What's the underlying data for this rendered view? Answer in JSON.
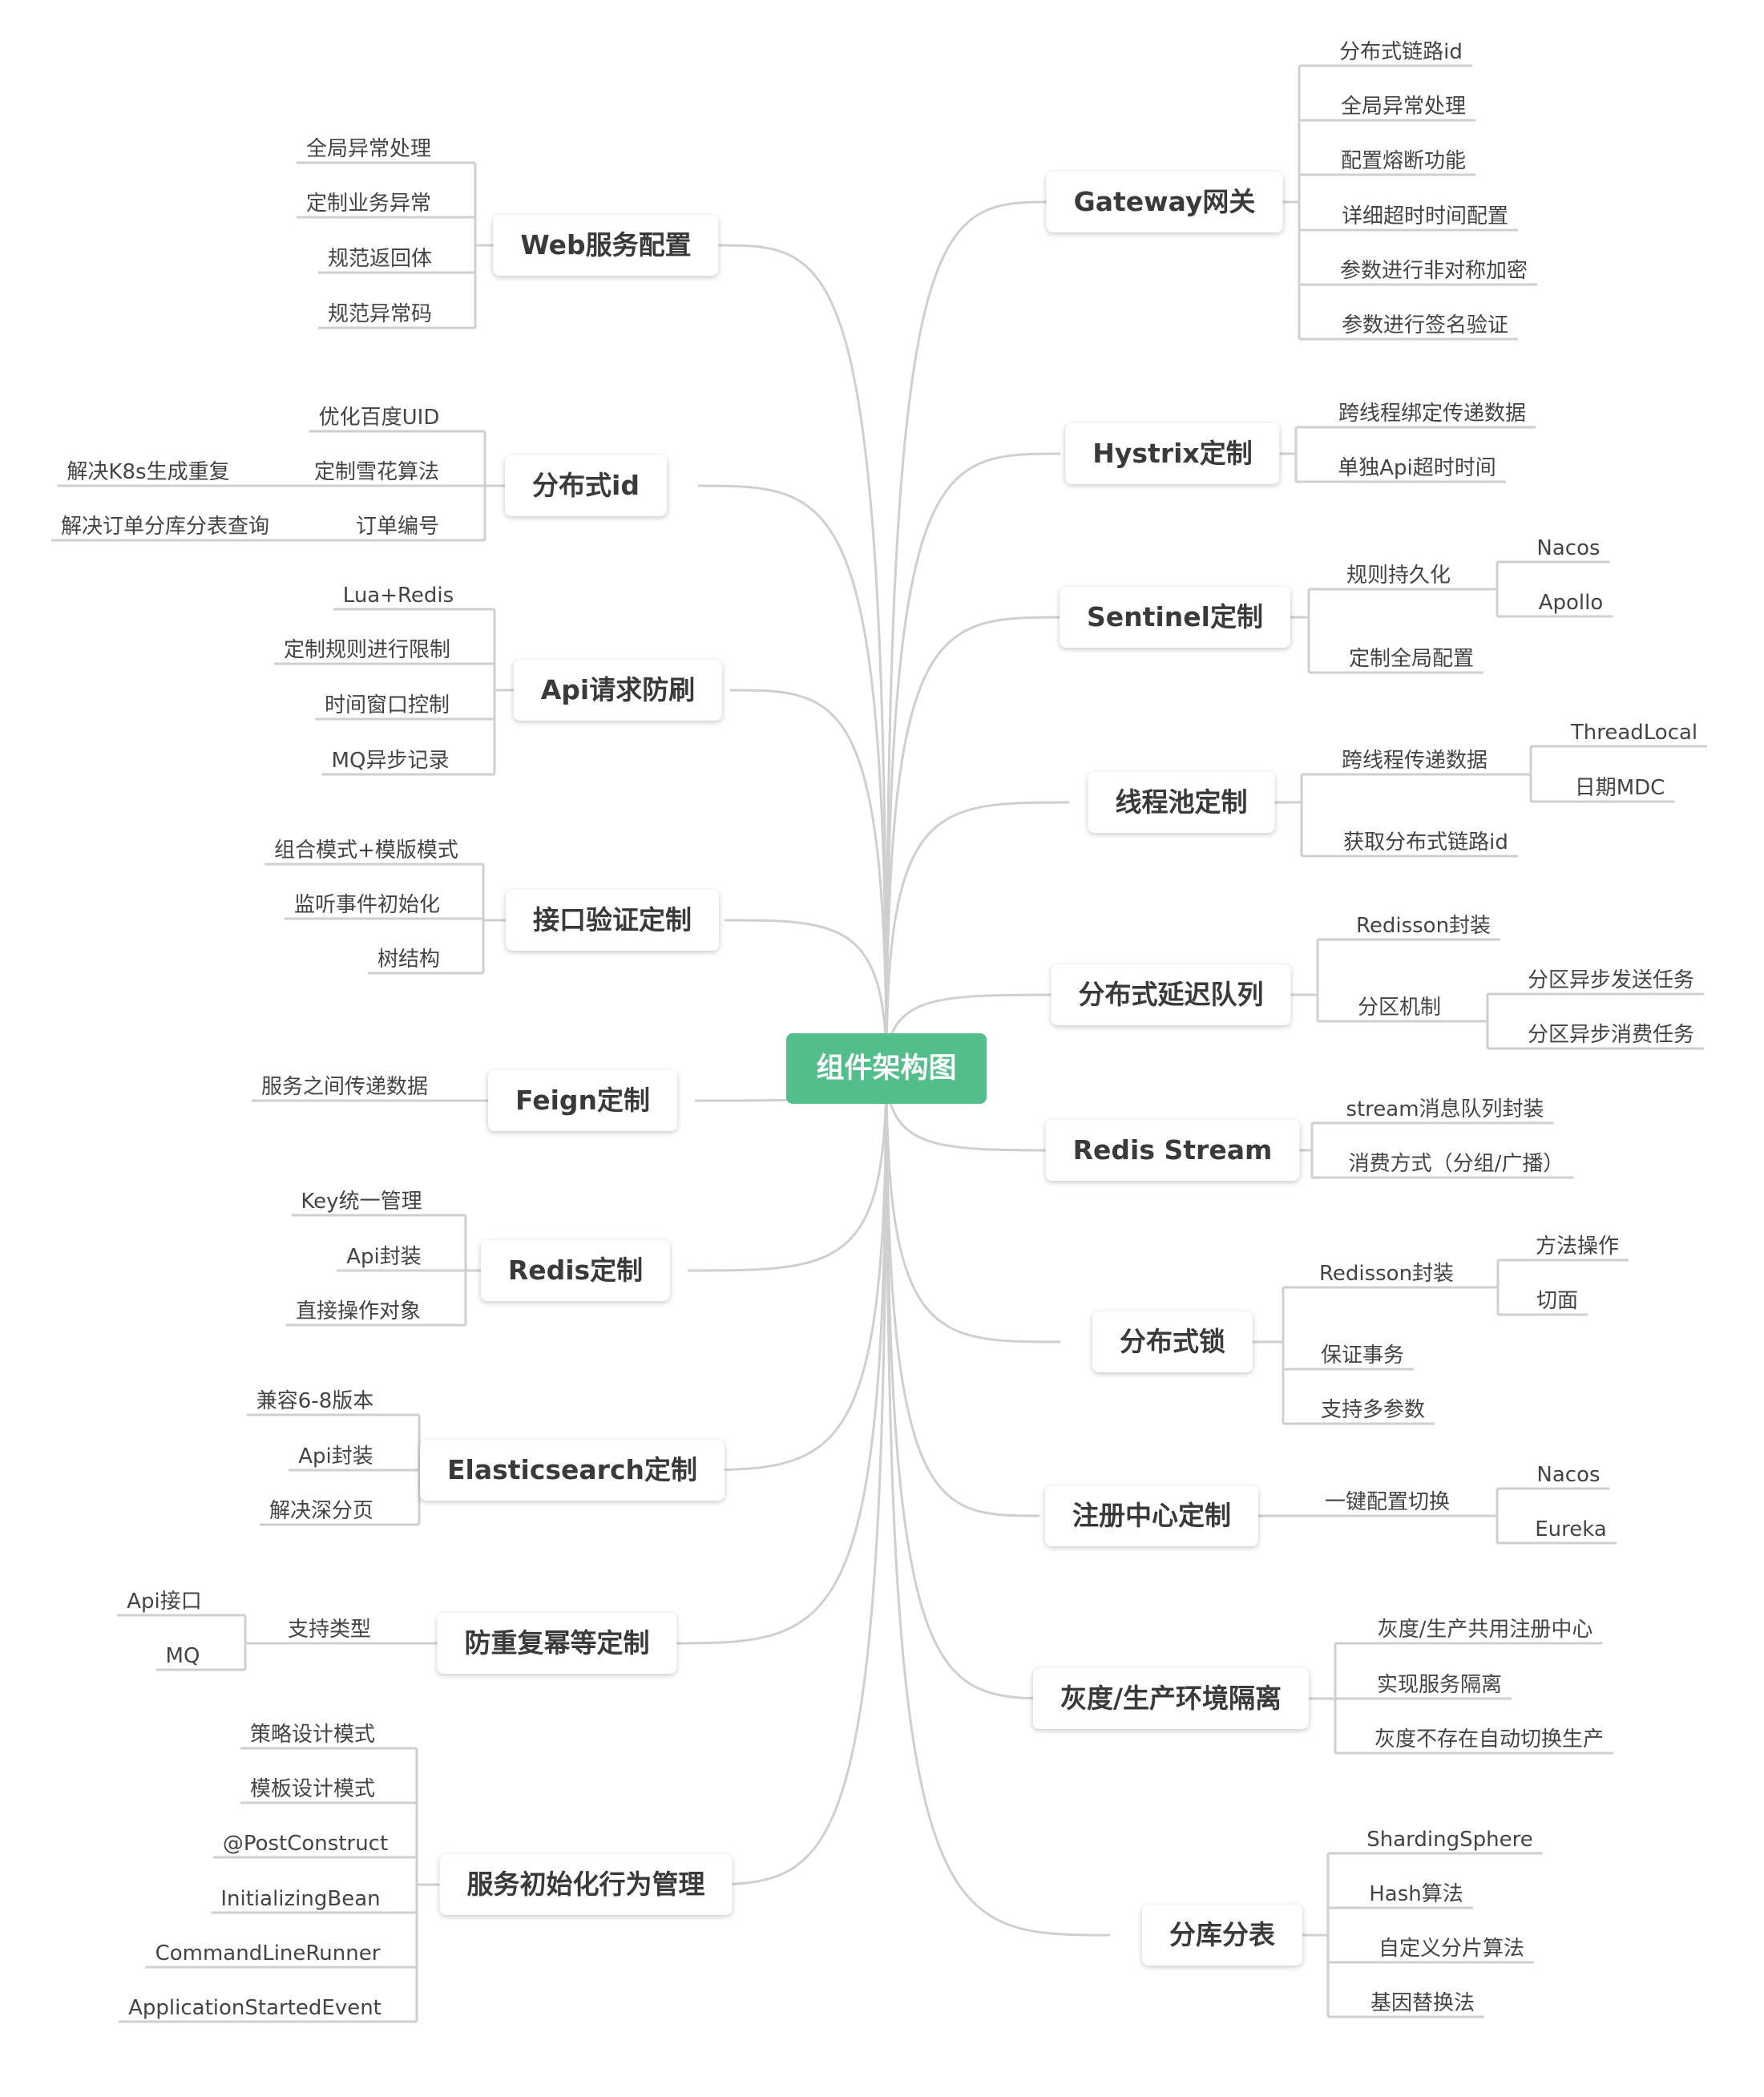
{
  "colors": {
    "root_bg": "#52bf8a",
    "line": "#cfcfcf",
    "text": "#3a3a3a"
  },
  "root": {
    "label": "组件架构图"
  },
  "left": [
    {
      "label": "Web服务配置",
      "children": [
        {
          "label": "全局异常处理"
        },
        {
          "label": "定制业务异常"
        },
        {
          "label": "规范返回体"
        },
        {
          "label": "规范异常码"
        }
      ]
    },
    {
      "label": "分布式id",
      "children": [
        {
          "label": "优化百度UID"
        },
        {
          "label": "定制雪花算法",
          "children": [
            {
              "label": "解决K8s生成重复"
            }
          ]
        },
        {
          "label": "订单编号",
          "children": [
            {
              "label": "解决订单分库分表查询"
            }
          ]
        }
      ]
    },
    {
      "label": "Api请求防刷",
      "children": [
        {
          "label": "Lua+Redis"
        },
        {
          "label": "定制规则进行限制"
        },
        {
          "label": "时间窗口控制"
        },
        {
          "label": "MQ异步记录"
        }
      ]
    },
    {
      "label": "接口验证定制",
      "children": [
        {
          "label": "组合模式+模版模式"
        },
        {
          "label": "监听事件初始化"
        },
        {
          "label": "树结构"
        }
      ]
    },
    {
      "label": "Feign定制",
      "children": [
        {
          "label": "服务之间传递数据"
        }
      ]
    },
    {
      "label": "Redis定制",
      "children": [
        {
          "label": "Key统一管理"
        },
        {
          "label": "Api封装"
        },
        {
          "label": "直接操作对象"
        }
      ]
    },
    {
      "label": "Elasticsearch定制",
      "children": [
        {
          "label": "兼容6-8版本"
        },
        {
          "label": "Api封装"
        },
        {
          "label": "解决深分页"
        }
      ]
    },
    {
      "label": "防重复幂等定制",
      "children": [
        {
          "label": "支持类型",
          "children": [
            {
              "label": "Api接口"
            },
            {
              "label": "MQ"
            }
          ]
        }
      ]
    },
    {
      "label": "服务初始化行为管理",
      "children": [
        {
          "label": "策略设计模式"
        },
        {
          "label": "模板设计模式"
        },
        {
          "label": "@PostConstruct"
        },
        {
          "label": "InitializingBean"
        },
        {
          "label": "CommandLineRunner"
        },
        {
          "label": "ApplicationStartedEvent"
        }
      ]
    }
  ],
  "right": [
    {
      "label": "Gateway网关",
      "children": [
        {
          "label": "分布式链路id"
        },
        {
          "label": "全局异常处理"
        },
        {
          "label": "配置熔断功能"
        },
        {
          "label": "详细超时时间配置"
        },
        {
          "label": "参数进行非对称加密"
        },
        {
          "label": "参数进行签名验证"
        }
      ]
    },
    {
      "label": "Hystrix定制",
      "children": [
        {
          "label": "跨线程绑定传递数据"
        },
        {
          "label": "单独Api超时时间"
        }
      ]
    },
    {
      "label": "Sentinel定制",
      "children": [
        {
          "label": "规则持久化",
          "children": [
            {
              "label": "Nacos"
            },
            {
              "label": "Apollo"
            }
          ]
        },
        {
          "label": "定制全局配置"
        }
      ]
    },
    {
      "label": "线程池定制",
      "children": [
        {
          "label": "跨线程传递数据",
          "children": [
            {
              "label": "ThreadLocal"
            },
            {
              "label": "日期MDC"
            }
          ]
        },
        {
          "label": "获取分布式链路id"
        }
      ]
    },
    {
      "label": "分布式延迟队列",
      "children": [
        {
          "label": "Redisson封装"
        },
        {
          "label": "分区机制",
          "children": [
            {
              "label": "分区异步发送任务"
            },
            {
              "label": "分区异步消费任务"
            }
          ]
        }
      ]
    },
    {
      "label": "Redis Stream",
      "children": [
        {
          "label": "stream消息队列封装"
        },
        {
          "label": "消费方式（分组/广播）"
        }
      ]
    },
    {
      "label": "分布式锁",
      "children": [
        {
          "label": "Redisson封装",
          "children": [
            {
              "label": "方法操作"
            },
            {
              "label": "切面"
            }
          ]
        },
        {
          "label": "保证事务"
        },
        {
          "label": "支持多参数"
        }
      ]
    },
    {
      "label": "注册中心定制",
      "children": [
        {
          "label": "一键配置切换",
          "children": [
            {
              "label": "Nacos"
            },
            {
              "label": "Eureka"
            }
          ]
        }
      ]
    },
    {
      "label": "灰度/生产环境隔离",
      "children": [
        {
          "label": "灰度/生产共用注册中心"
        },
        {
          "label": "实现服务隔离"
        },
        {
          "label": "灰度不存在自动切换生产"
        }
      ]
    },
    {
      "label": "分库分表",
      "children": [
        {
          "label": "ShardingSphere"
        },
        {
          "label": "Hash算法"
        },
        {
          "label": "自定义分片算法"
        },
        {
          "label": "基因替换法"
        }
      ]
    }
  ]
}
